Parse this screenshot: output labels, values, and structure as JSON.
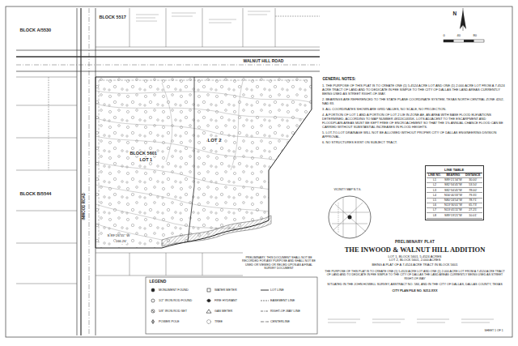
{
  "diagram": {
    "nodes": [
      {
        "text": [
          "PRELIMINARY PLAT",
          "THE INWOOD & WALNUT HILL ADDITION",
          "LOT 1, BLOCK 5601, 5.4524 ACRES",
          "LOT 2, BLOCK 5601, 2.000 ACRES",
          "BEING A PLAT OF A 7.4524 ACRE TRACT IN BLOCK 5601",
          "THE PURPOSE OF THIS PLAT IS TO CREATE ONE (1) 5.4524 ACRE LOT AND ONE (1) 2.000 ACRE LOT FROM A 7.4524 ACRE TRACT OF LAND AND TO DEDICATE IN FEE SIMPLE TO THE CITY OF DALLAS THE LAND AREAS CURRENTLY BEING USED AS STREET RIGHT-OF-WAY",
          "SITUATED IN THE JOHN HOWELL SURVEY, ABSTRACT NO. 584, AND IN THE CITY OF DALLAS, DALLAS COUNTY, TEXAS",
          "CITY PLAN FILE NO. S212-XXX"
        ]
      },
      {
        "text": [
          "LINE TABLE"
        ]
      }
    ],
    "labels": [
      "BLOCK A/5530",
      "BLOCK 5517",
      "WALNUT HILL ROAD",
      "BLOCK 5601",
      "LOT 1",
      "LOT 2",
      "BLOCK B/5544",
      "INWOOD ROAD",
      "S 89°26'55\" W",
      "166.26'",
      "N",
      "0",
      "40",
      "80",
      "GENERAL NOTES:",
      "1. THE PURPOSE OF THIS PLAT IS TO CREATE ONE (1) 5.4524 ACRE LOT AND ONE (1) 2.000 ACRE LOT FROM A 7.4524 ACRE TRACT OF LAND AND TO DEDICATE IN FEE SIMPLE TO THE CITY OF DALLAS THE LAND AREAS CURRENTLY BEING USED AS STREET RIGHT-OF-WAY.",
      "2. BEARINGS ARE REFERENCED TO THE STATE PLANE COORDINATE SYSTEM, TEXAS NORTH CENTRAL ZONE 4202, NAD 83.",
      "3. ALL COORDINATES SHOWN ARE GRID VALUES, NO SCALE, NO PROJECTION.",
      "4. A PORTION OF LOT 1 AND A PORTION OF LOT 2 LIE IN ZONE AE, AN AREA WITH BASE FLOOD ELEVATIONS DETERMINED, ACCORDING TO MAP NUMBER 48113C0335K. LOTS ADJACENT TO THE ESCARPMENT AND FLOODPLAIN AREAS MUST BE KEPT FREE OF ENCROACHMENT SO THAT THE 1% ANNUAL CHANCE FLOOD CAN BE CARRIED WITHOUT SUBSTANTIAL INCREASES IN FLOOD HEIGHTS.",
      "5. LOT-TO-LOT DRAINAGE WILL NOT BE ALLOWED WITHOUT PROPER CITY OF DALLAS ENGINEERING DIVISION APPROVAL.",
      "6. NO STRUCTURES EXIST ON SUBJECT TRACT.",
      "LINE NO.",
      "BEARING",
      "DISTANCE",
      "L1",
      "S89°21'34\"W",
      "30.00'",
      "L2",
      "S82°34'45\"W",
      "53.50'",
      "L3",
      "S82°34'45\"W",
      "78.00'",
      "L4",
      "N56°40'33\"W",
      "79.35'",
      "L5",
      "N80°24'54\"W",
      "78.71'",
      "L6",
      "N13°30'01\"W",
      "65.73'",
      "L7",
      "N13°45'11\"W",
      "27.25'",
      "L8",
      "S89°19'21\"W",
      "10.01'",
      "VICINITY MAP N.T.S.",
      "PRELIMINARY, THIS DOCUMENT SHALL NOT BE RECORDED FOR ANY PURPOSE AND SHALL NOT BE USED OR VIEWED OR RELIED UPON AS A FINAL SURVEY DOCUMENT",
      "SHEET 1 OF 1",
      "LEGEND"
    ],
    "legend": [
      {
        "text": "MONUMENT FOUND"
      },
      {
        "text": "1/2\" IRON ROD FOUND"
      },
      {
        "text": "5/8\" IRON ROD SET"
      },
      {
        "text": "POWER POLE"
      },
      {
        "text": "WATER METER"
      },
      {
        "text": "FIRE HYDRANT"
      },
      {
        "text": "GAS METER"
      },
      {
        "text": "TREE"
      },
      {
        "text": "LOT LINE"
      },
      {
        "text": "EASEMENT LINE"
      },
      {
        "text": "RIGHT-OF-WAY LINE"
      },
      {
        "text": "CENTERLINE"
      }
    ]
  }
}
